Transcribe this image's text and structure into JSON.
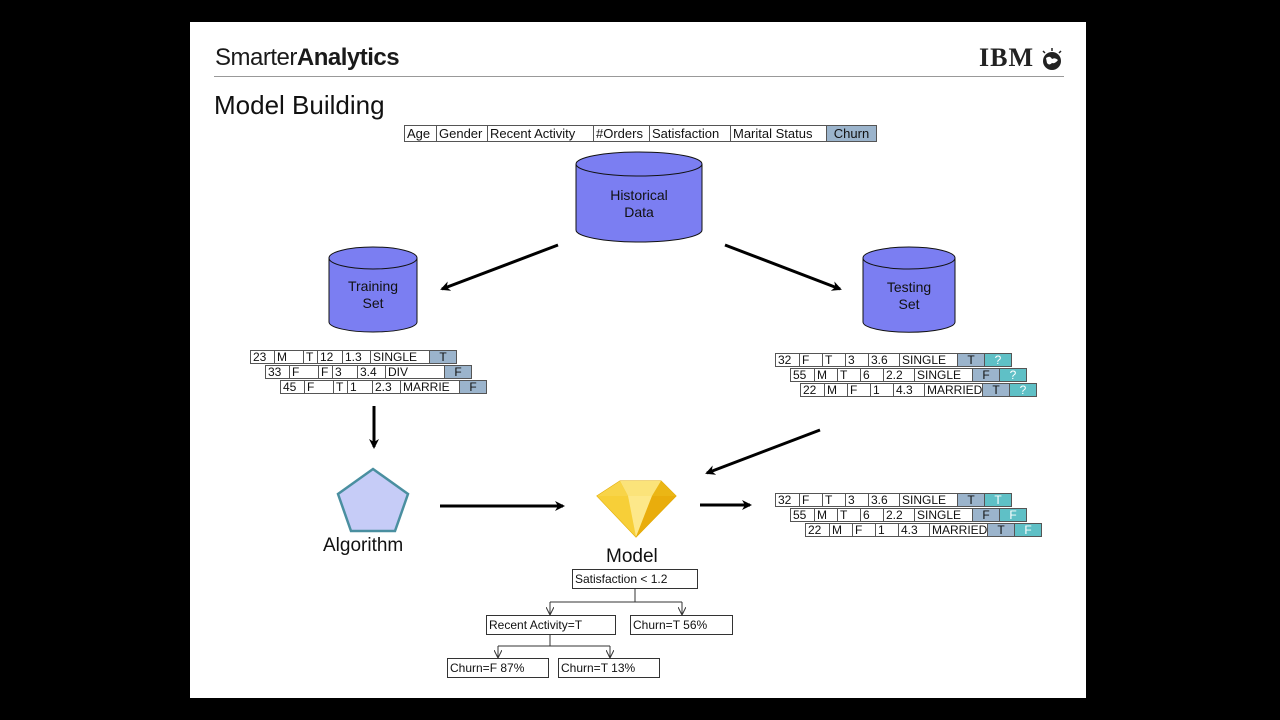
{
  "slide": {
    "brand_light": "Smarter",
    "brand_bold": "Analytics",
    "logo_text": "IBM",
    "title": "Model Building"
  },
  "header_columns": [
    "Age",
    "Gender",
    "Recent Activity",
    "#Orders",
    "Satisfaction",
    "Marital  Status",
    "Churn"
  ],
  "databases": {
    "historical": "Historical\nData",
    "training": "Training\nSet",
    "testing": "Testing\nSet"
  },
  "training_rows": [
    [
      "23",
      "M",
      "T",
      "12",
      "1.3",
      "SINGLE",
      "T"
    ],
    [
      "33",
      "F",
      "F",
      "3",
      "3.4",
      "DIV",
      "F"
    ],
    [
      "45",
      "F",
      "T",
      "1",
      "2.3",
      "MARRIE",
      "F"
    ]
  ],
  "testing_rows": [
    [
      "32",
      "F",
      "T",
      "3",
      "3.6",
      "SINGLE",
      "T",
      "?"
    ],
    [
      "55",
      "M",
      "T",
      "6",
      "2.2",
      "SINGLE",
      "F",
      "?"
    ],
    [
      "22",
      "M",
      "F",
      "1",
      "4.3",
      "MARRIED",
      "T",
      "?"
    ]
  ],
  "scored_rows": [
    [
      "32",
      "F",
      "T",
      "3",
      "3.6",
      "SINGLE",
      "T",
      "T"
    ],
    [
      "55",
      "M",
      "T",
      "6",
      "2.2",
      "SINGLE",
      "F",
      "F"
    ],
    [
      "22",
      "M",
      "F",
      "1",
      "4.3",
      "MARRIED",
      "T",
      "F"
    ]
  ],
  "algorithm_label": "Algorithm",
  "model_label": "Model",
  "tree": {
    "root": "Satisfaction < 1.2",
    "left": "Recent Activity=T",
    "right": "Churn=T 56%",
    "left_left": "Churn=F 87%",
    "left_right": "Churn=T 13%"
  },
  "colors": {
    "cylinder_fill": "#7b7ef2",
    "churn_cell": "#9bb4cc",
    "prediction_cell": "#5fc0c6",
    "pentagon_fill": "#c6ccf7",
    "pentagon_stroke": "#4a8fa0",
    "gem": "#f3c21b"
  }
}
